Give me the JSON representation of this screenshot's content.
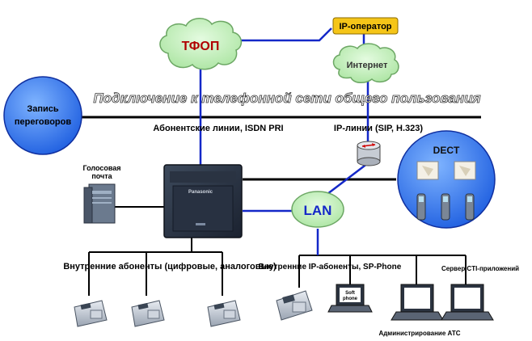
{
  "clouds": {
    "pstn": "ТФОП",
    "internet": "Интернет",
    "lan": "LAN"
  },
  "ip_operator": "IP-оператор",
  "banner": "Подключение к телефонной сети общего пользования",
  "recording": {
    "line1": "Запись",
    "line2": "переговоров"
  },
  "links": {
    "subscriber_lines": "Абонентские линии, ISDN PRI",
    "ip_lines": "IP-линии (SIP, H.323)"
  },
  "dect": "DECT",
  "voicemail": {
    "line1": "Голосовая",
    "line2": "почта"
  },
  "pbx_brand": "Panasonic",
  "internal_subscribers": "Внутренние абоненты (цифровые, аналоговые)",
  "internal_ip_subscribers": "Внутренние IP-абоненты, SP-Phone",
  "cti_server": "Сервер CTI-приложений",
  "softphone": {
    "line1": "Soft",
    "line2": "phone"
  },
  "pbx_admin": "Администрирование АТС",
  "colors": {
    "cloud_fill": "#c8f0c0",
    "cloud_text": "#b00000",
    "link_blue": "#1428c8",
    "recording_fill": "#3a7ff0",
    "dect_fill": "#3a7ff0",
    "ip_operator_fill": "#f5c518"
  }
}
